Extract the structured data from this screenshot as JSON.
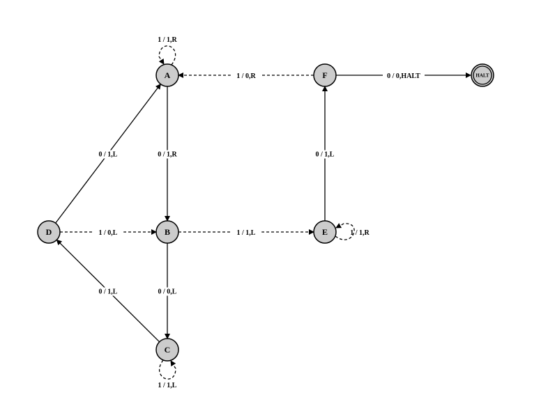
{
  "diagram": {
    "type": "turing-machine-state-diagram",
    "node_fill": "#cccccc",
    "nodes": [
      {
        "id": "A",
        "label": "A"
      },
      {
        "id": "B",
        "label": "B"
      },
      {
        "id": "C",
        "label": "C"
      },
      {
        "id": "D",
        "label": "D"
      },
      {
        "id": "E",
        "label": "E"
      },
      {
        "id": "F",
        "label": "F"
      },
      {
        "id": "HALT",
        "label": "HALT",
        "accepting": true
      }
    ],
    "edges": [
      {
        "from": "A",
        "to": "A",
        "label": "1 / 1,R",
        "style": "dashed"
      },
      {
        "from": "F",
        "to": "A",
        "label": "1 / 0,R",
        "style": "dashed"
      },
      {
        "from": "F",
        "to": "HALT",
        "label": "0 / 0,HALT",
        "style": "solid"
      },
      {
        "from": "A",
        "to": "B",
        "label": "0 / 1,R",
        "style": "solid"
      },
      {
        "from": "D",
        "to": "A",
        "label": "0 / 1,L",
        "style": "solid"
      },
      {
        "from": "D",
        "to": "B",
        "label": "1 / 0,L",
        "style": "dashed"
      },
      {
        "from": "B",
        "to": "E",
        "label": "1 / 1,L",
        "style": "dashed"
      },
      {
        "from": "E",
        "to": "F",
        "label": "0 / 1,L",
        "style": "solid"
      },
      {
        "from": "E",
        "to": "E",
        "label": "1 / 1,R",
        "style": "dashed"
      },
      {
        "from": "B",
        "to": "C",
        "label": "0 / 0,L",
        "style": "solid"
      },
      {
        "from": "C",
        "to": "D",
        "label": "0 / 1,L",
        "style": "solid"
      },
      {
        "from": "C",
        "to": "C",
        "label": "1 / 1,L",
        "style": "dashed"
      }
    ]
  }
}
